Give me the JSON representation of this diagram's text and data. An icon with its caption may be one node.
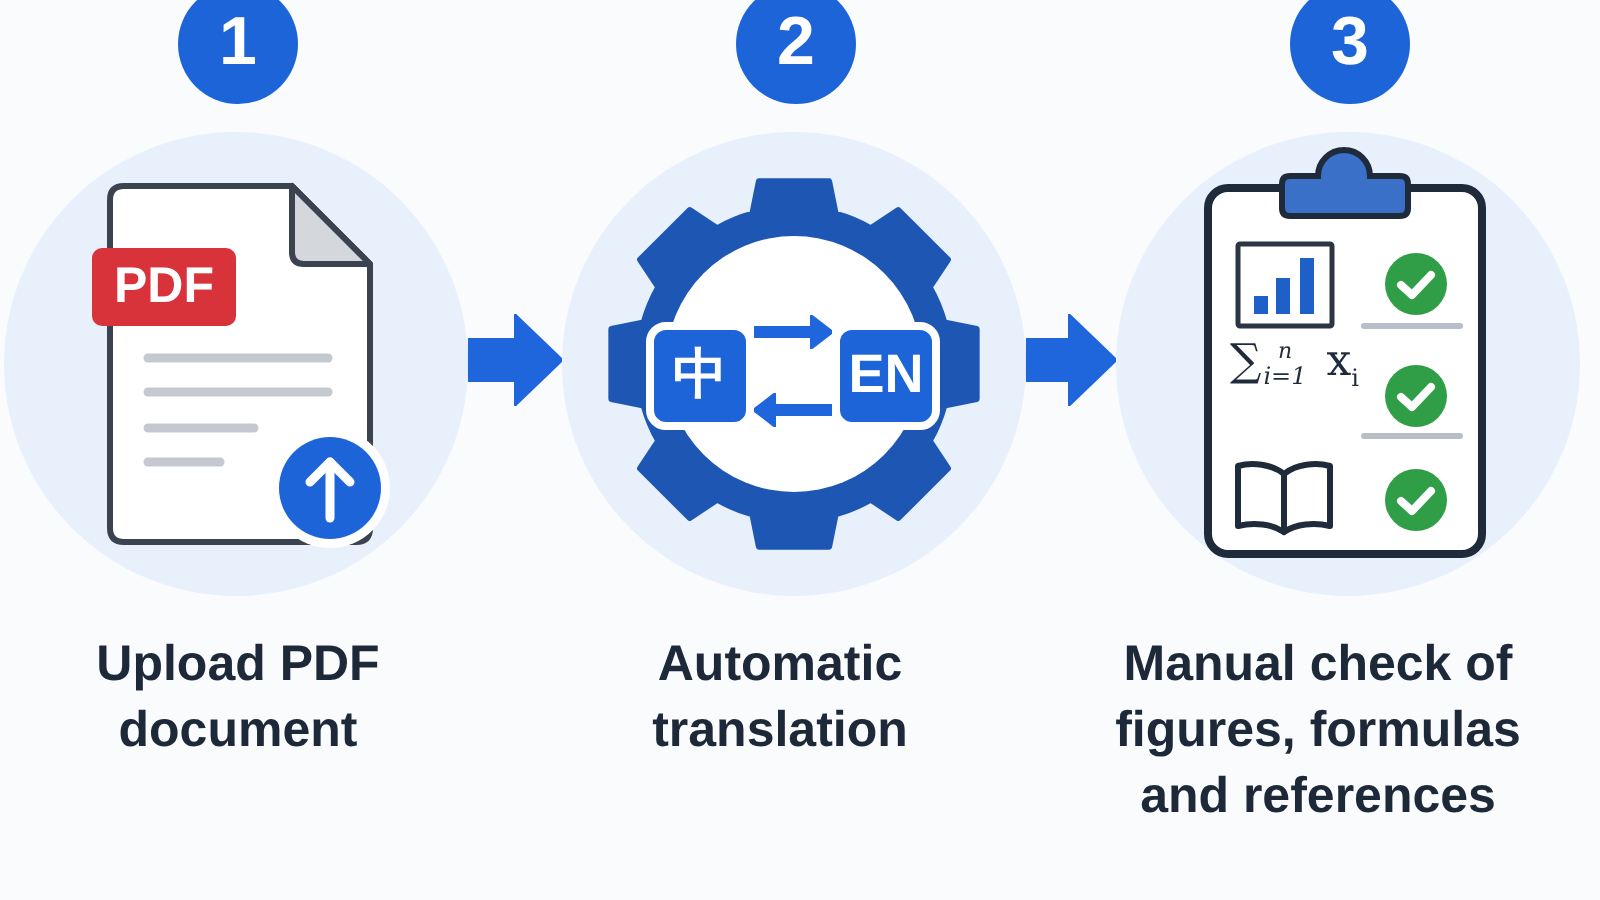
{
  "diagram": {
    "nodes": [
      {
        "text": [
          "1"
        ]
      },
      {
        "text": [],
        "shape": "circle",
        "beside": [
          "Upload PDF document"
        ]
      },
      {
        "text": [
          "PDF"
        ],
        "in": 1
      },
      {
        "text": [
          "2"
        ]
      },
      {
        "text": [],
        "shape": "circle",
        "beside": [
          "Automatic translation"
        ]
      },
      {
        "text": [
          "中"
        ],
        "in": 4
      },
      {
        "text": [
          "EN"
        ],
        "in": 4
      },
      {
        "text": [
          "3"
        ]
      },
      {
        "text": [],
        "shape": "circle",
        "beside": [
          "Manual check of figures, formulas and references"
        ]
      }
    ],
    "edges": [
      {
        "from": 1,
        "to": 4,
        "arrow": "to"
      },
      {
        "from": 4,
        "to": 8,
        "arrow": "to"
      },
      {
        "from": 5,
        "to": 6,
        "arrow": "to"
      },
      {
        "from": 6,
        "to": 5,
        "arrow": "to"
      }
    ],
    "labels": [
      "∑$_{i=1}$$^{n}$ x$_{i}$"
    ]
  }
}
